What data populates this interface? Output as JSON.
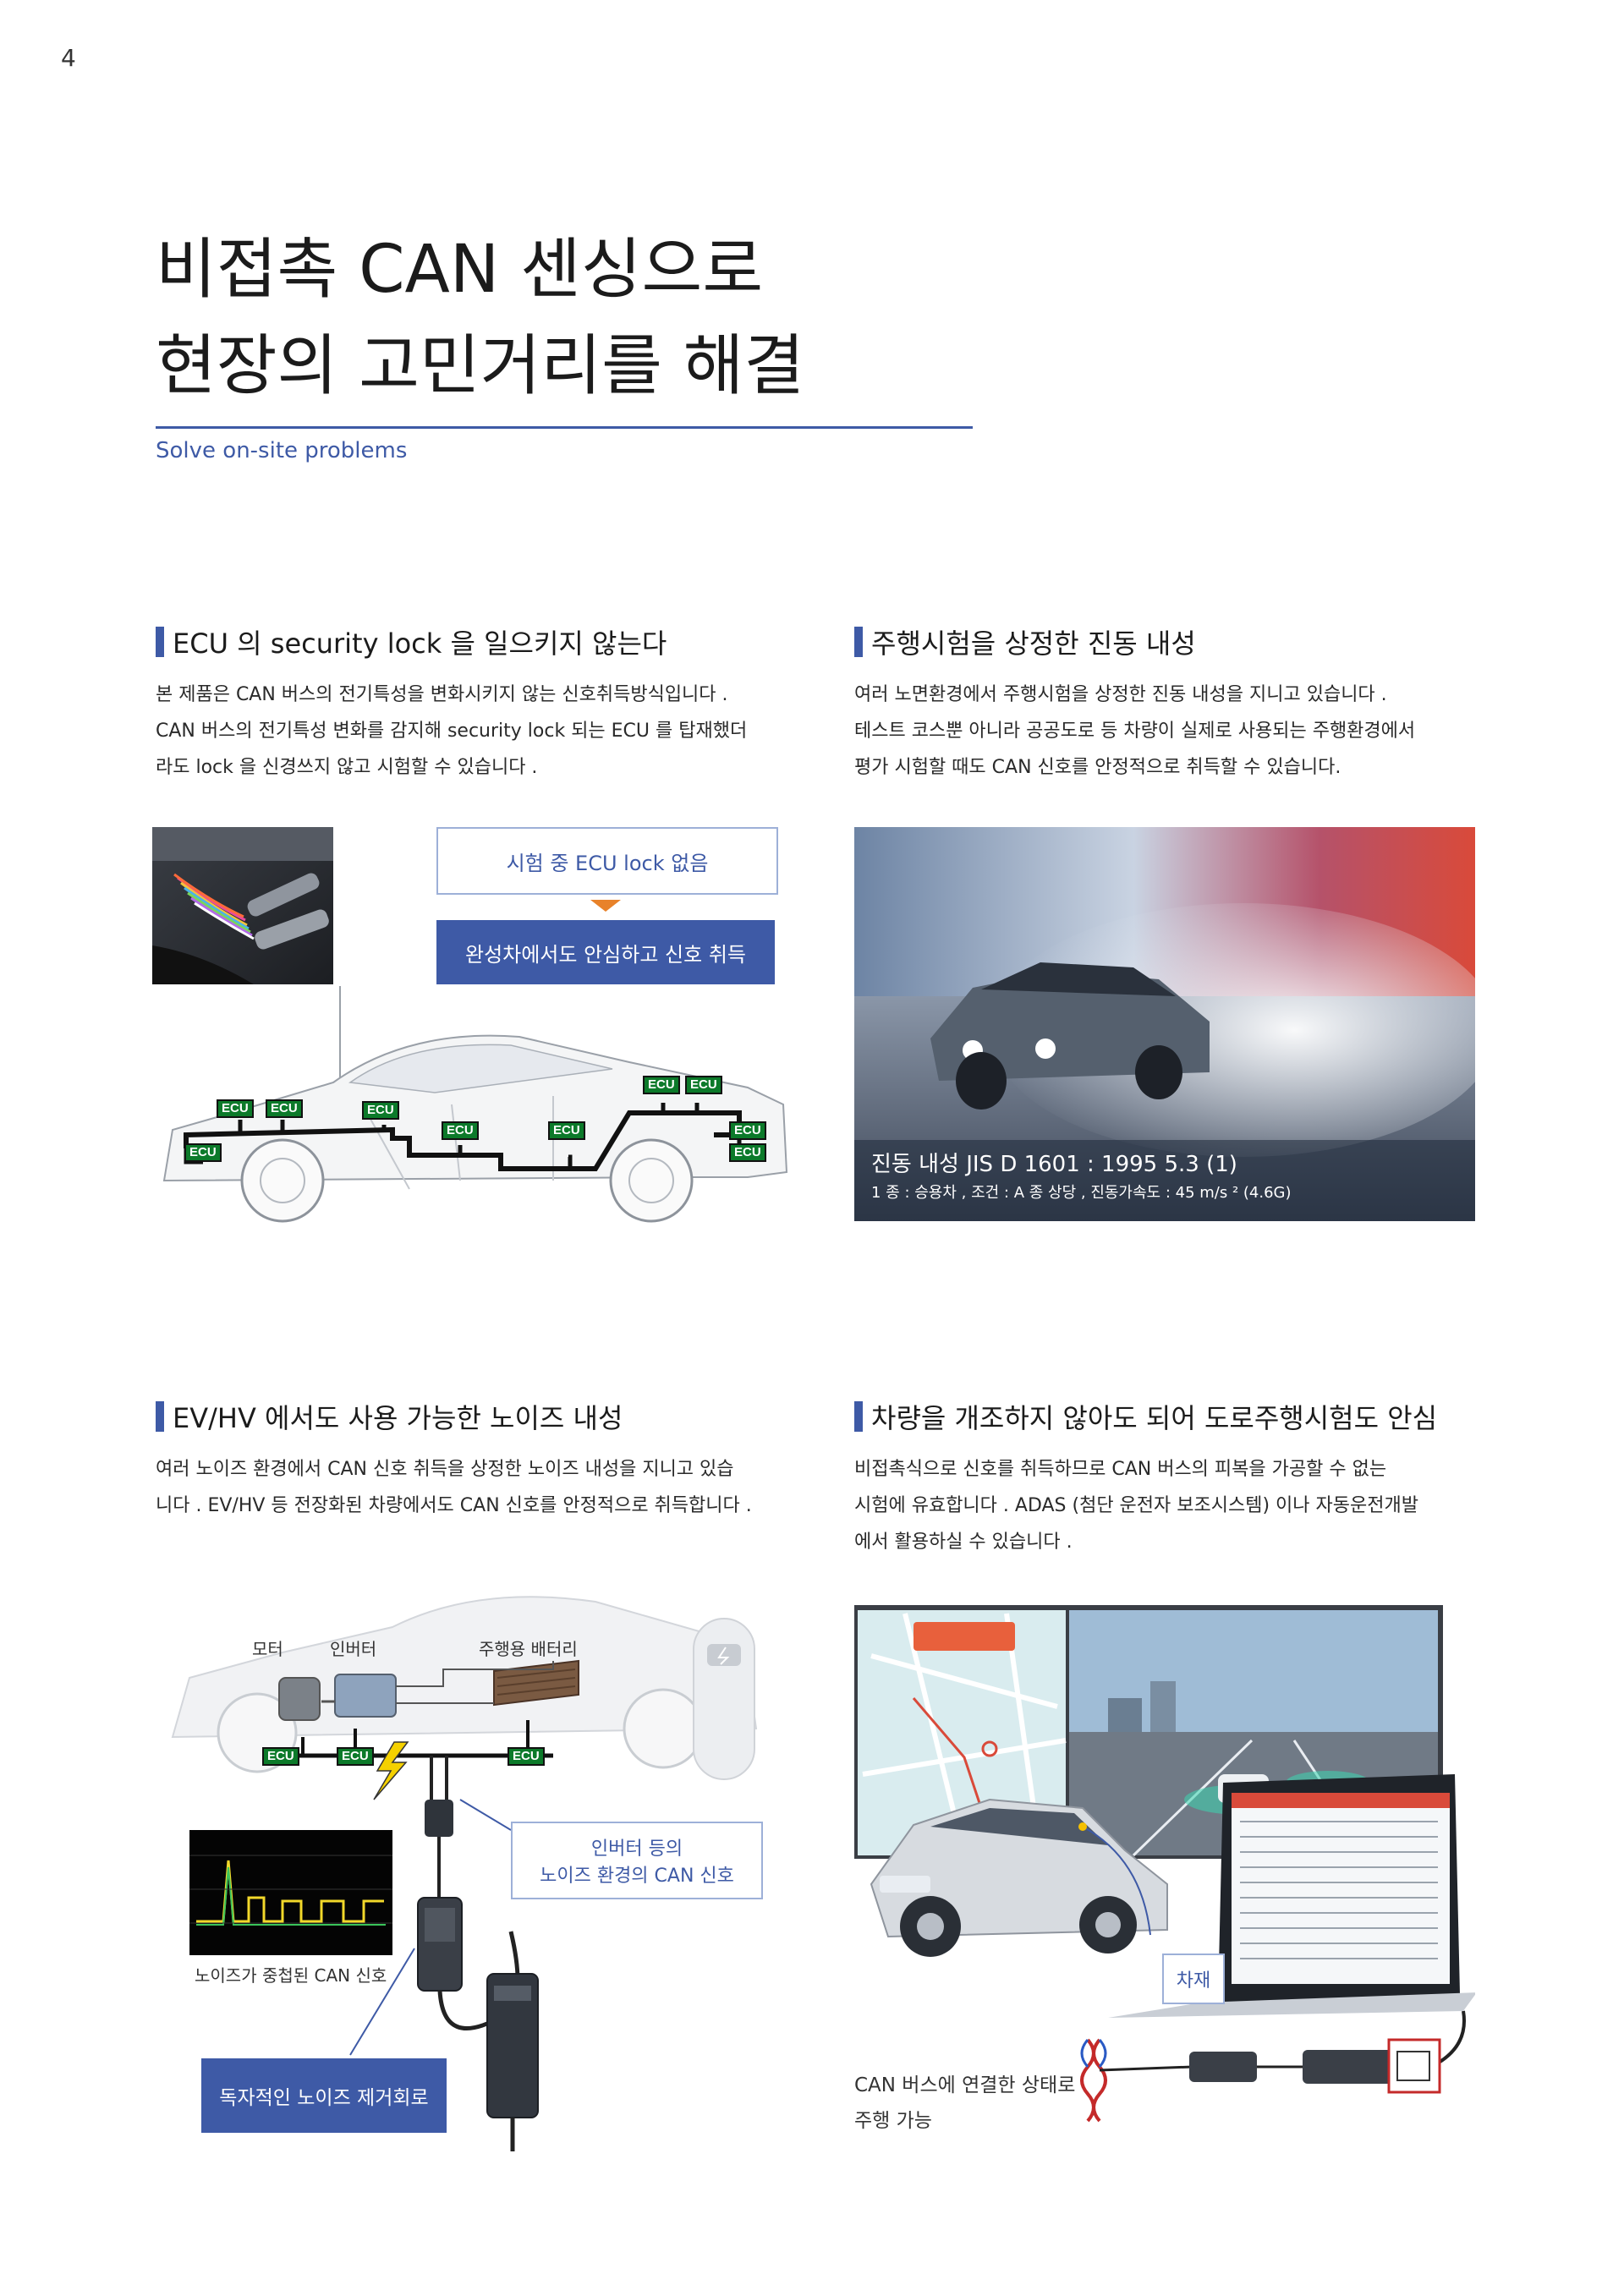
{
  "page_number": "4",
  "title": {
    "line1": "비접촉 CAN 센싱으로",
    "line2": "현장의 고민거리를 해결"
  },
  "subtitle": "Solve on-site problems",
  "colors": {
    "accent": "#3e5aa6",
    "ecu_green": "#0c7a2a"
  },
  "sections": {
    "ecu_lock": {
      "heading": "ECU 의 security lock 을 일으키지 않는다",
      "body": [
        "본 제품은 CAN 버스의 전기특성을 변화시키지 않는 신호취득방식입니다 .",
        "CAN 버스의 전기특성 변화를 감지해 security lock 되는 ECU 를 탑재했더",
        "라도 lock 을 신경쓰지 않고 시험할 수 있습니다 ."
      ],
      "callout_top": "시험 중 ECU lock 없음",
      "callout_bottom": "완성차에서도 안심하고 신호 취득",
      "ecu_label": "ECU"
    },
    "vibration": {
      "heading": "주행시험을 상정한 진동 내성",
      "body": [
        "여러 노면환경에서 주행시험을 상정한 진동 내성을 지니고 있습니다 .",
        "테스트 코스뿐 아니라 공공도로 등 차량이 실제로 사용되는 주행환경에서",
        "평가 시험할 때도 CAN 신호를 안정적으로 취득할 수 있습니다."
      ],
      "caption_line1": "진동 내성 JIS D 1601 : 1995 5.3 (1)",
      "caption_line2": "1 종 : 승용차 , 조건 : A 종 상당 , 진동가속도 : 45 m/s ² (4.6G)"
    },
    "noise": {
      "heading": "EV/HV 에서도 사용 가능한 노이즈 내성",
      "body": [
        "여러 노이즈 환경에서 CAN 신호 취득을 상정한 노이즈 내성을 지니고 있습",
        "니다 . EV/HV 등 전장화된 차량에서도 CAN 신호를 안정적으로 취득합니다 ."
      ],
      "label_motor": "모터",
      "label_inverter": "인버터",
      "label_battery": "주행용 배터리",
      "callout_signal_line1": "인버터 등의",
      "callout_signal_line2": "노이즈 환경의 CAN 신호",
      "label_noisy": "노이즈가 중첩된 CAN 신호",
      "callout_circuit": "독자적인 노이즈 제거회로"
    },
    "road": {
      "heading": "차량을 개조하지 않아도 되어 도로주행시험도 안심",
      "body": [
        "비접촉식으로 신호를 취득하므로 CAN 버스의 피복을 가공할 수 없는",
        "시험에 유효합니다 . ADAS (첨단 운전자 보조시스템) 이나 자동운전개발",
        "에서 활용하실 수 있습니다 ."
      ],
      "label_vehicle": "차재",
      "caption_line1": "CAN 버스에 연결한 상태로",
      "caption_line2": "주행 가능"
    }
  }
}
